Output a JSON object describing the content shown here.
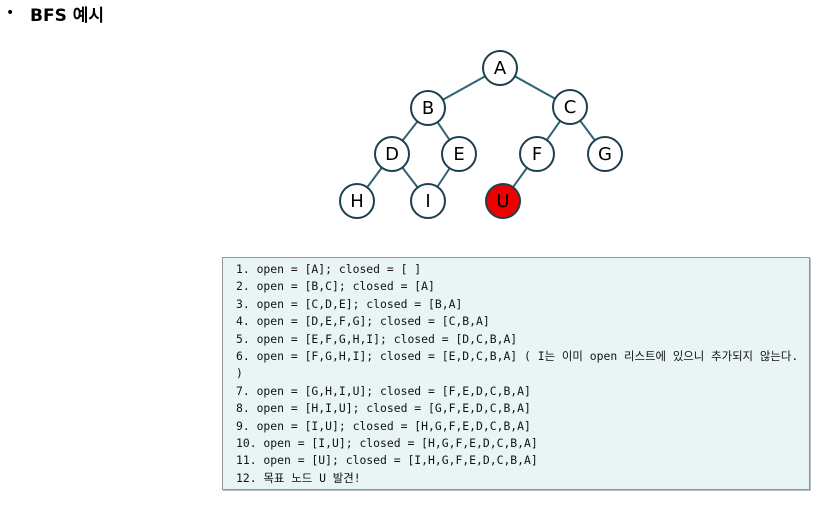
{
  "heading": {
    "bullet": "•",
    "title": "BFS 예시"
  },
  "tree": {
    "nodes": [
      {
        "id": "A",
        "label": "A",
        "highlight": false
      },
      {
        "id": "B",
        "label": "B",
        "highlight": false
      },
      {
        "id": "C",
        "label": "C",
        "highlight": false
      },
      {
        "id": "D",
        "label": "D",
        "highlight": false
      },
      {
        "id": "E",
        "label": "E",
        "highlight": false
      },
      {
        "id": "F",
        "label": "F",
        "highlight": false
      },
      {
        "id": "G",
        "label": "G",
        "highlight": false
      },
      {
        "id": "H",
        "label": "H",
        "highlight": false
      },
      {
        "id": "I",
        "label": "I",
        "highlight": false
      },
      {
        "id": "U",
        "label": "U",
        "highlight": true
      }
    ],
    "edges": [
      [
        "A",
        "B"
      ],
      [
        "A",
        "C"
      ],
      [
        "B",
        "D"
      ],
      [
        "B",
        "E"
      ],
      [
        "C",
        "F"
      ],
      [
        "C",
        "G"
      ],
      [
        "D",
        "H"
      ],
      [
        "D",
        "I"
      ],
      [
        "E",
        "I"
      ],
      [
        "F",
        "U"
      ]
    ],
    "colors": {
      "edge": "#2e6378",
      "node_fill": "#ffffff",
      "node_stroke": "#1f3f4f",
      "highlight_fill": "#ee0000",
      "text": "#000000"
    }
  },
  "steps": [
    "1. open = [A]; closed = [ ]",
    "2. open = [B,C]; closed = [A]",
    "3. open = [C,D,E]; closed = [B,A]",
    "4. open = [D,E,F,G]; closed = [C,B,A]",
    "5. open = [E,F,G,H,I]; closed = [D,C,B,A]",
    "6. open = [F,G,H,I]; closed = [E,D,C,B,A] ( I는 이미 open 리스트에 있으니 추가되지 않는다. )",
    "7. open = [G,H,I,U]; closed = [F,E,D,C,B,A]",
    "8. open = [H,I,U]; closed = [G,F,E,D,C,B,A]",
    "9. open = [I,U]; closed = [H,G,F,E,D,C,B,A]",
    "10. open = [I,U]; closed = [H,G,F,E,D,C,B,A]",
    "11. open = [U]; closed = [I,H,G,F,E,D,C,B,A]",
    "12. 목표 노드 U 발견!"
  ]
}
